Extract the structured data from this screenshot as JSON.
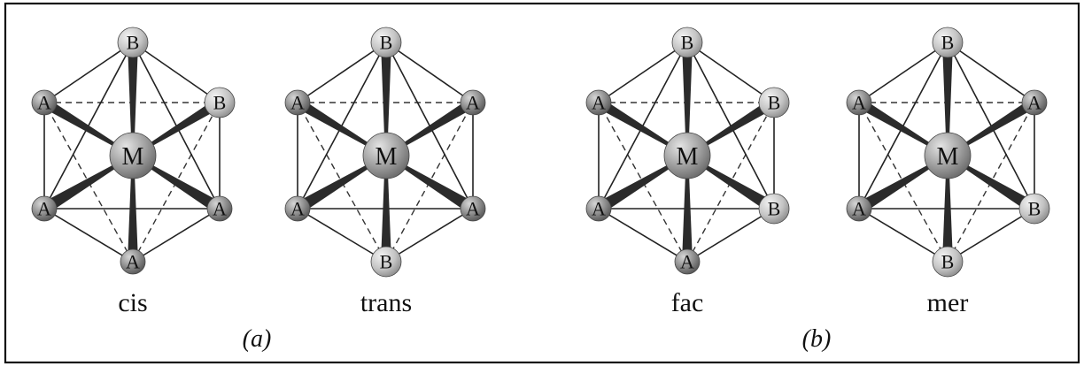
{
  "central_atom": "M",
  "panel_labels": {
    "a": "(a)",
    "b": "(b)"
  },
  "structures": [
    {
      "caption": "cis",
      "top": "B",
      "upper_left": "A",
      "upper_right": "B",
      "lower_left": "A",
      "lower_right": "A",
      "bottom": "A"
    },
    {
      "caption": "trans",
      "top": "B",
      "upper_left": "A",
      "upper_right": "A",
      "lower_left": "A",
      "lower_right": "A",
      "bottom": "B"
    },
    {
      "caption": "fac",
      "top": "B",
      "upper_left": "A",
      "upper_right": "B",
      "lower_left": "A",
      "lower_right": "B",
      "bottom": "A"
    },
    {
      "caption": "mer",
      "top": "B",
      "upper_left": "A",
      "upper_right": "A",
      "lower_left": "A",
      "lower_right": "B",
      "bottom": "B"
    }
  ],
  "colors": {
    "atom_A": "#8a8a8a",
    "atom_B": "#c9c9c9",
    "atom_M": "#9e9e9e",
    "bond": "#2b2b2b"
  }
}
